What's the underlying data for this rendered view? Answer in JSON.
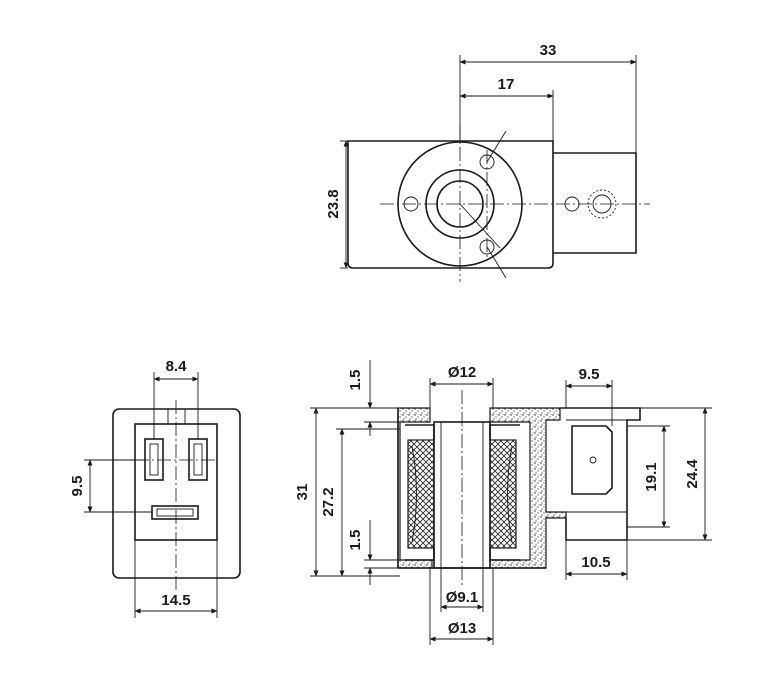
{
  "diagram": {
    "top_view": {
      "width_overall": "33",
      "center_offset": "17",
      "height": "23.8"
    },
    "front_view": {
      "pin_spacing": "8.4",
      "pin_height": "9.5",
      "body_width": "14.5"
    },
    "section_view": {
      "wall_top": "1.5",
      "wall_bottom": "1.5",
      "bore_outer": "Ø12",
      "height_total": "31",
      "height_inner": "27.2",
      "core_inner": "Ø9.1",
      "core_outer": "Ø13",
      "connector_width": "9.5",
      "connector_height_inner": "19.1",
      "connector_height_outer": "24.4",
      "connector_depth": "10.5"
    }
  }
}
